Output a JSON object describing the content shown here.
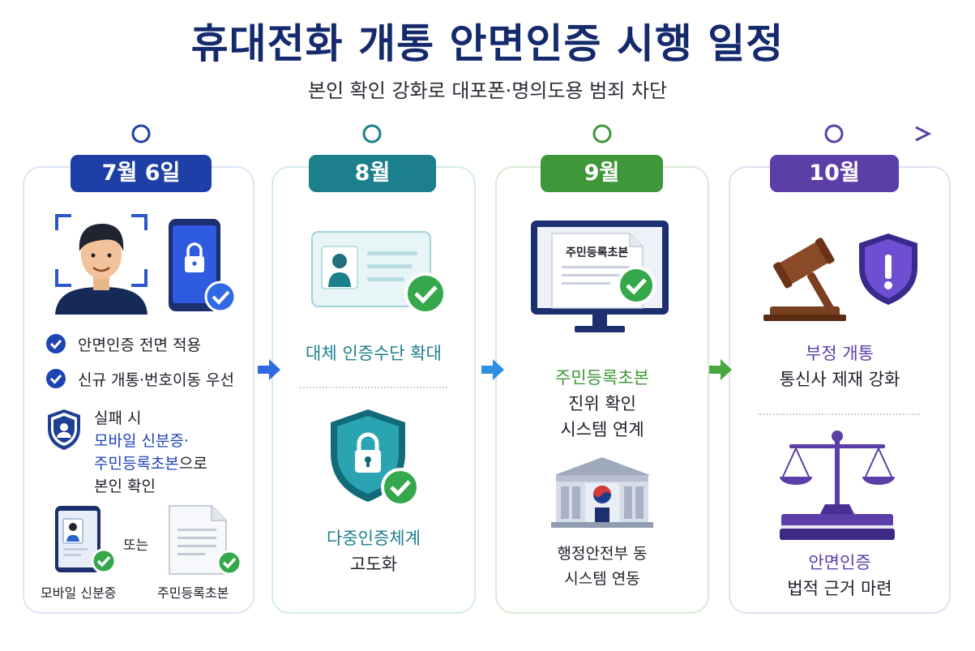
{
  "header": {
    "title": "휴대전화 개통 안면인증 시행 일정",
    "subtitle": "본인 확인 강화로 대포폰·명의도용 범죄 차단"
  },
  "colors": {
    "navy": "#152a6c",
    "stage1": "#1e40a6",
    "stage2": "#1b7f8c",
    "stage3": "#3e9738",
    "stage4": "#5c3ea8",
    "check_green": "#34a84a"
  },
  "stages": [
    {
      "date": "7월 6일",
      "icons": [
        "face-scan-icon",
        "locked-phone-icon"
      ],
      "checks": [
        "안면인증 전면 적용",
        "신규 개통·번호이동 우선"
      ],
      "fail": {
        "icon": "shield-user-icon",
        "line1": "실패 시",
        "line2": "모바일 신분증·",
        "line3_blue": "주민등록초본",
        "line3_tail": "으로",
        "line4": "본인 확인"
      },
      "alternatives": {
        "left_label": "모바일 신분증",
        "or": "또는",
        "right_label": "주민등록초본"
      }
    },
    {
      "date": "8월",
      "icons": [
        "id-card-icon",
        "shield-lock-icon"
      ],
      "item1": "대체 인증수단 확대",
      "item2_line1": "다중인증체계",
      "item2_line2": "고도화"
    },
    {
      "date": "9월",
      "icons": [
        "monitor-document-icon",
        "government-building-icon"
      ],
      "doc_label": "주민등록초본",
      "item1_line1": "주민등록초본",
      "item1_line2": "진위 확인",
      "item1_line3": "시스템 연계",
      "item2_line1": "행정안전부 동",
      "item2_line2": "시스템 연동"
    },
    {
      "date": "10월",
      "icons": [
        "gavel-icon",
        "shield-alert-icon",
        "scales-icon"
      ],
      "item1_line1": "부정 개통",
      "item1_line2": "통신사 제재 강화",
      "item2_line1": "안면인증",
      "item2_line2": "법적 근거 마련"
    }
  ]
}
